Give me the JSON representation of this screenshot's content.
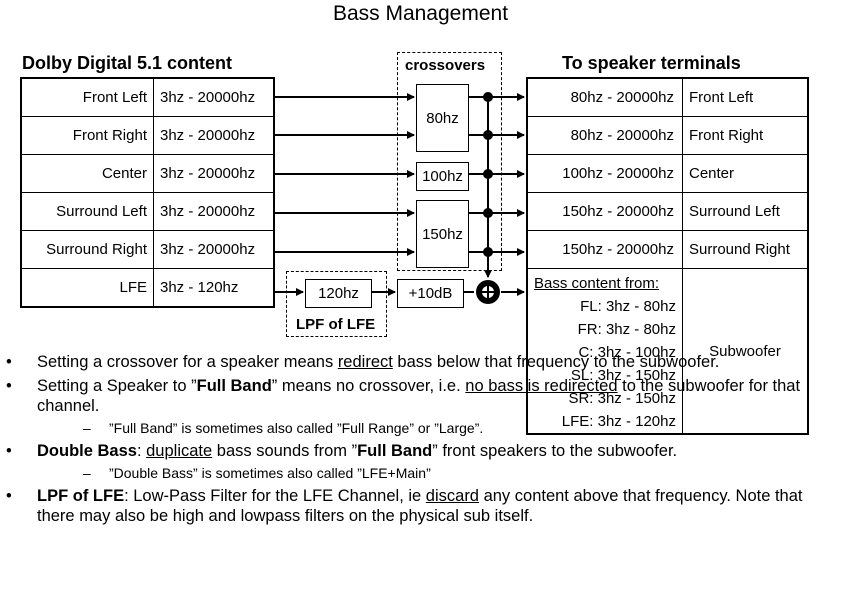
{
  "title": "Bass Management",
  "source_header": "Dolby Digital 5.1 content",
  "crossovers_header": "crossovers",
  "dest_header": "To speaker terminals",
  "source_rows": [
    {
      "name": "Front Left",
      "range": "3hz - 20000hz"
    },
    {
      "name": "Front Right",
      "range": "3hz - 20000hz"
    },
    {
      "name": "Center",
      "range": "3hz - 20000hz"
    },
    {
      "name": "Surround Left",
      "range": "3hz - 20000hz"
    },
    {
      "name": "Surround Right",
      "range": "3hz - 20000hz"
    },
    {
      "name": "LFE",
      "range": "3hz - 120hz"
    }
  ],
  "crossovers": [
    "80hz",
    "100hz",
    "150hz"
  ],
  "lpf": {
    "value": "120hz",
    "label": "LPF of LFE"
  },
  "gain": "+10dB",
  "dest_rows": [
    {
      "range": "80hz - 20000hz",
      "speaker": "Front Left"
    },
    {
      "range": "80hz - 20000hz",
      "speaker": "Front Right"
    },
    {
      "range": "100hz - 20000hz",
      "speaker": "Center"
    },
    {
      "range": "150hz - 20000hz",
      "speaker": "Surround Left"
    },
    {
      "range": "150hz - 20000hz",
      "speaker": "Surround Right"
    }
  ],
  "bass": {
    "heading": "Bass content from:",
    "lines": [
      "FL: 3hz - 80hz",
      "FR: 3hz - 80hz",
      "C: 3hz - 100hz",
      "SL: 3hz - 150hz",
      "SR: 3hz - 150hz",
      "LFE: 3hz - 120hz"
    ],
    "speaker": "Subwoofer"
  },
  "notes": {
    "n1": {
      "a": "Setting a crossover for a speaker means ",
      "u": "redirect",
      "b": " bass below that frequency to the subwoofer."
    },
    "n2": {
      "a": "Setting a Speaker to ”",
      "bold": "Full Band",
      "b": "” means no crossover, i.e. ",
      "u": "no bass is redirected",
      "c": " to the subwoofer for that channel.",
      "sub": "”Full Band” is sometimes also called ”Full Range” or ”Large”."
    },
    "n3": {
      "bold": "Double Bass",
      "a": ": ",
      "u": "duplicate",
      "b": " bass sounds from ”",
      "bold2": "Full Band",
      "c": "” front speakers to the subwoofer.",
      "sub": "”Double Bass” is sometimes also called ”LFE+Main”"
    },
    "n4": {
      "bold": "LPF of LFE",
      "a": ": Low-Pass Filter for the LFE Channel, ie ",
      "u": "discard",
      "b": " any content above that frequency. Note that there may also be high and lowpass filters on the physical sub itself."
    }
  }
}
